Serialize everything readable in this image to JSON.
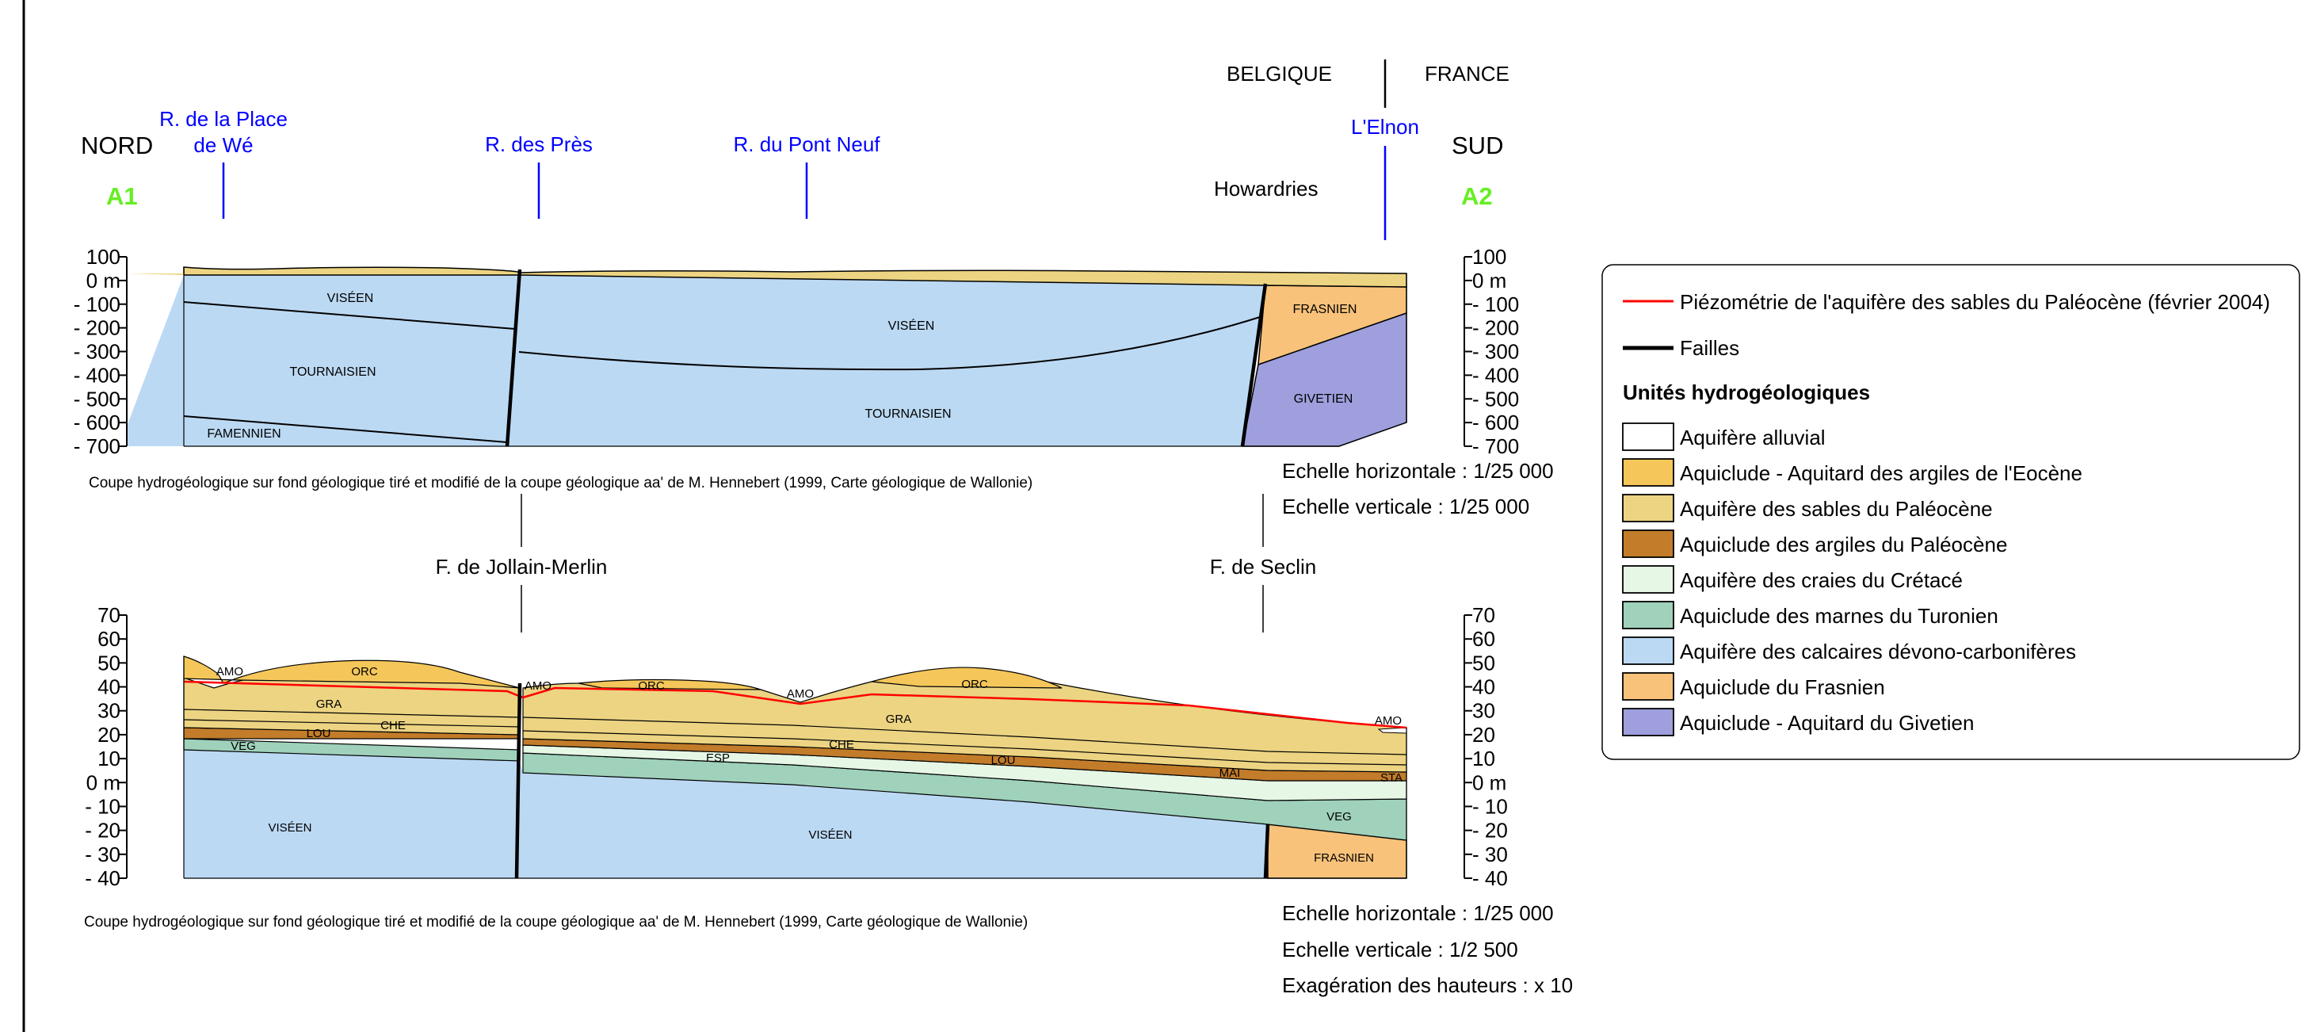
{
  "colors": {
    "alluvial": "#ffffff",
    "eocene": "#f5c75a",
    "paleocene_sands": "#ecd482",
    "paleocene_clays": "#c27c2a",
    "craie": "#e6f7e6",
    "turonien": "#9fd1bb",
    "calcaires": "#bcd9f3",
    "frasnien": "#f8c27a",
    "givetien": "#9e9fdc",
    "piezo": "#ff0000",
    "river": "#0000ff",
    "section_label": "#66ee22"
  },
  "header": {
    "nord": "NORD",
    "sud": "SUD",
    "a1": "A1",
    "a2": "A2",
    "belgique": "BELGIQUE",
    "france": "FRANCE",
    "howardries": "Howardries",
    "rivers": [
      {
        "line1": "R. de la Place",
        "line2": "de Wé"
      },
      {
        "line1": "R. des Près",
        "line2": ""
      },
      {
        "line1": "R. du Pont Neuf",
        "line2": ""
      },
      {
        "line1": "L'Elnon",
        "line2": ""
      }
    ]
  },
  "top_section": {
    "y_ticks": [
      "100",
      "0 m",
      "- 100",
      "- 200",
      "- 300",
      "- 400",
      "- 500",
      "- 600",
      "- 700"
    ],
    "units": [
      "VISÉEN",
      "TOURNAISIEN",
      "FAMENNIEN",
      "VISÉEN",
      "TOURNAISIEN",
      "FRASNIEN",
      "GIVETIEN"
    ],
    "caption": "Coupe hydrogéologique sur fond géologique tiré et modifié de la coupe géologique aa' de M. Hennebert (1999, Carte géologique de Wallonie)",
    "scale_h": "Echelle horizontale : 1/25 000",
    "scale_v": "Echelle verticale : 1/25 000"
  },
  "faults": {
    "left": "F. de Jollain-Merlin",
    "right": "F. de Seclin"
  },
  "bottom_section": {
    "y_ticks": [
      "70",
      "60",
      "50",
      "40",
      "30",
      "20",
      "10",
      "0 m",
      "- 10",
      "- 20",
      "- 30",
      "- 40"
    ],
    "units": [
      "AMO",
      "ORC",
      "GRA",
      "CHE",
      "LOU",
      "VEG",
      "VISÉEN",
      "AMO",
      "ORC",
      "AMO",
      "ORC",
      "GRA",
      "CHE",
      "ESP",
      "LOU",
      "MAI",
      "AMO",
      "STA",
      "VEG",
      "VISÉEN",
      "FRASNIEN"
    ],
    "caption": "Coupe hydrogéologique sur fond géologique tiré et modifié de la coupe géologique aa' de M. Hennebert (1999, Carte géologique de Wallonie)",
    "scale_h": "Echelle horizontale : 1/25 000",
    "scale_v": "Echelle verticale : 1/2 500",
    "exag": "Exagération des hauteurs : x 10"
  },
  "legend": {
    "piezo": "Piézométrie de l'aquifère des sables du Paléocène (février 2004)",
    "failles": "Failles",
    "title": "Unités hydrogéologiques",
    "items": [
      {
        "label": "Aquifère alluvial",
        "color": "#ffffff"
      },
      {
        "label": "Aquiclude - Aquitard des argiles de l'Eocène",
        "color": "#f5c75a"
      },
      {
        "label": "Aquifère des sables du Paléocène",
        "color": "#ecd482"
      },
      {
        "label": "Aquiclude des argiles du Paléocène",
        "color": "#c27c2a"
      },
      {
        "label": "Aquifère des craies du Crétacé",
        "color": "#e6f7e6"
      },
      {
        "label": "Aquiclude des marnes du Turonien",
        "color": "#9fd1bb"
      },
      {
        "label": "Aquifère des calcaires dévono-carbonifères",
        "color": "#bcd9f3"
      },
      {
        "label": "Aquiclude du Frasnien",
        "color": "#f8c27a"
      },
      {
        "label": "Aquiclude - Aquitard du Givetien",
        "color": "#9e9fdc"
      }
    ]
  }
}
